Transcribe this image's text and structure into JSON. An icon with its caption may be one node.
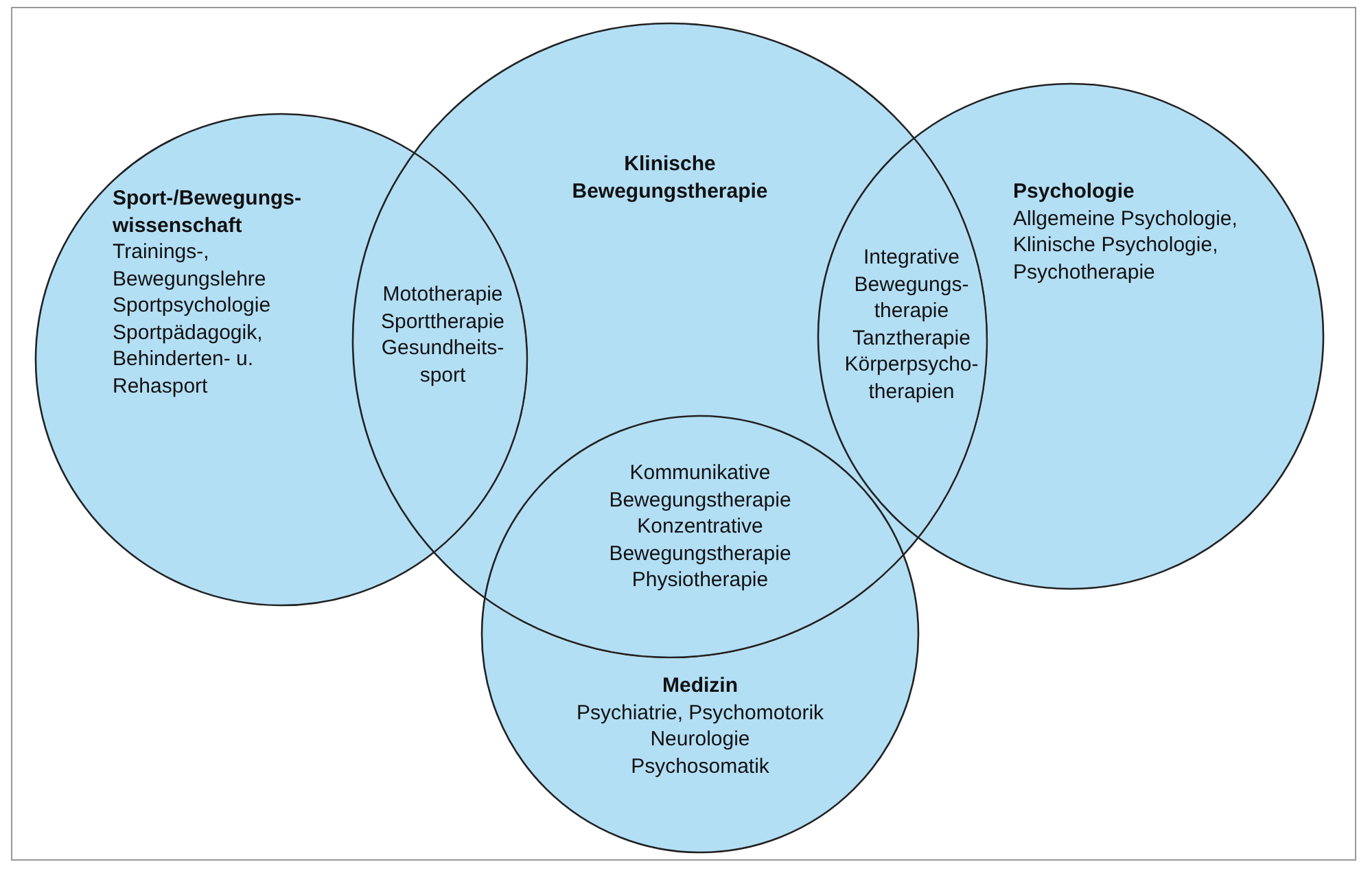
{
  "diagram": {
    "nodes": [
      {
        "text": [
          "Sport-/Bewegungs- wissenschaft",
          "Trainings-, Bewegungslehre",
          "Sportpsychologie",
          "Sportpädagogik, Behinderten- u. Rehasport"
        ]
      },
      {
        "text": [
          "Klinische Bewegungstherapie"
        ]
      },
      {
        "text": [
          "Psychologie",
          "Allgemeine Psychologie,",
          "Klinische Psychologie,",
          "Psychotherapie"
        ]
      },
      {
        "text": [
          "Medizin",
          "Psychiatrie, Psychomotorik",
          "Neurologie",
          "Psychosomatik"
        ]
      }
    ],
    "edges": [],
    "labels": [
      "Mototherapie",
      "Sporttherapie",
      "Gesundheits- sport",
      "Integrative Bewegungs- therapie",
      "Tanztherapie",
      "Körperpsycho- therapien",
      "Kommunikative Bewegungstherapie",
      "Konzentrative Bewegungstherapie",
      "Physiotherapie"
    ]
  }
}
